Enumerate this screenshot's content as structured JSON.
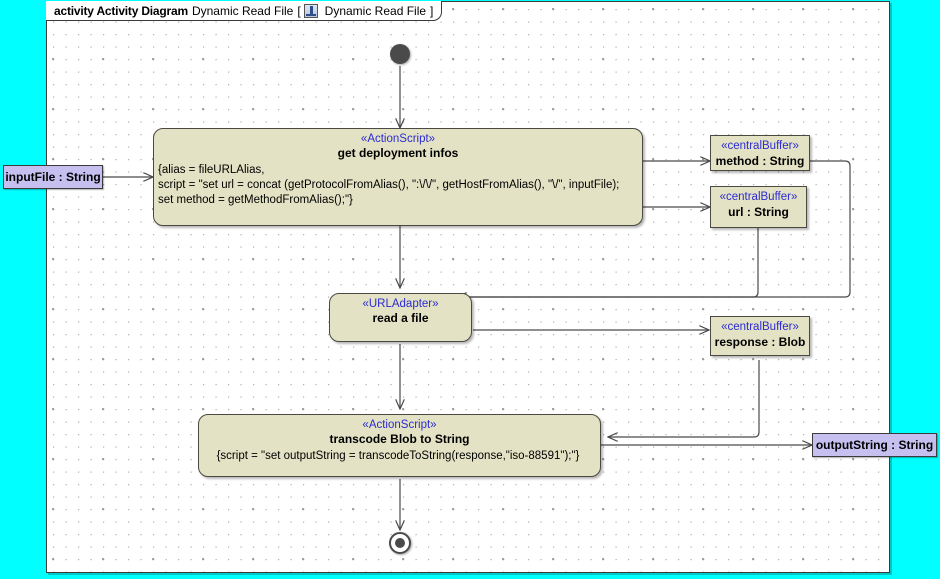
{
  "frame": {
    "keyword": "activity Activity Diagram",
    "name": "Dynamic Read File",
    "bracket_open": "[",
    "icon": "activity-diagram-icon",
    "diagram_ref": "Dynamic Read File",
    "bracket_close": "]"
  },
  "colors": {
    "canvas_outside": "#00FFFF",
    "canvas": "#FFFFFF",
    "node_fill": "#E4E2C4",
    "pin_fill": "#C6C0F0",
    "stereotype_text": "#2B2BD4",
    "line": "#4A4A4A"
  },
  "nodes": {
    "initial": {
      "label": "initial-node"
    },
    "final": {
      "label": "activity-final-node"
    },
    "get_deployment": {
      "stereotype": "«ActionScript»",
      "title": "get deployment infos",
      "body": "{alias = fileURLAlias,\nscript = \"set url = concat (getProtocolFromAlias(), \":\\/\\/\", getHostFromAlias(), \"\\/\", inputFile);\nset method = getMethodFromAlias();\"}"
    },
    "read_file": {
      "stereotype": "«URLAdapter»",
      "title": "read a file"
    },
    "transcode": {
      "stereotype": "«ActionScript»",
      "title": "transcode Blob to String",
      "body": "{script = \"set outputString = transcodeToString(response,\"iso-88591\");\"}"
    }
  },
  "buffers": [
    {
      "stereotype": "«centralBuffer»",
      "title": "method : String"
    },
    {
      "stereotype": "«centralBuffer»",
      "title": "url : String"
    },
    {
      "stereotype": "«centralBuffer»",
      "title": "response : Blob"
    }
  ],
  "pins": {
    "input": "inputFile : String",
    "output": "outputString : String"
  }
}
